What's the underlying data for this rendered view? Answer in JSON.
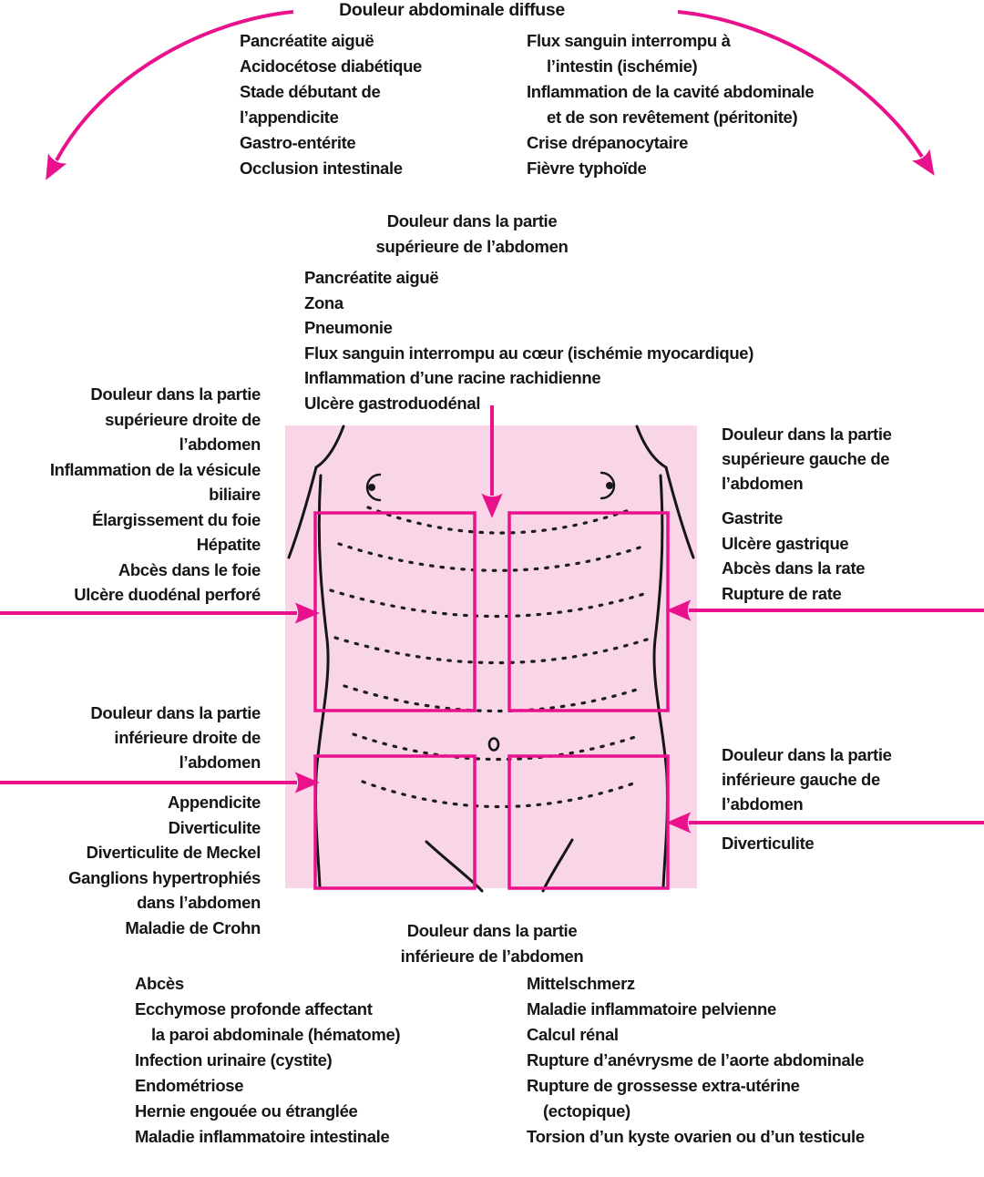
{
  "colors": {
    "magenta": "#E9118C",
    "panel_pink": "#F8D6E8",
    "ink": "#161616"
  },
  "title": "Douleur abdominale diffuse",
  "sections": {
    "diffuse": {
      "left_items": [
        "Pancréatite aiguë",
        "Acidocétose diabétique",
        "Stade débutant de",
        "l’appendicite",
        "Gastro-entérite",
        "Occlusion intestinale"
      ],
      "right_items": [
        "Flux sanguin interrompu à",
        "l’intestin (ischémie)",
        "Inflammation de la cavité abdominale",
        "et de son revêtement (péritonite)",
        "Crise drépanocytaire",
        "Fièvre typhoïde"
      ]
    },
    "upper_center": {
      "heading": [
        "Douleur dans la partie",
        "supérieure de l’abdomen"
      ],
      "items": [
        "Pancréatite aiguë",
        "Zona",
        "Pneumonie",
        "Flux sanguin interrompu au cœur (ischémie myocardique)",
        "Inflammation d’une racine rachidienne",
        "Ulcère gastroduodénal"
      ]
    },
    "upper_right_quadrant": {
      "heading": [
        "Douleur dans la partie",
        "supérieure droite de",
        "l’abdomen"
      ],
      "items": [
        "Inflammation de la vésicule",
        "biliaire",
        "Élargissement du foie",
        "Hépatite",
        "Abcès dans le foie",
        "Ulcère duodénal perforé"
      ]
    },
    "upper_left_quadrant": {
      "heading": [
        "Douleur dans la partie",
        "supérieure gauche de",
        "l’abdomen"
      ],
      "items": [
        "Gastrite",
        "Ulcère gastrique",
        "Abcès dans la rate",
        "Rupture de rate"
      ]
    },
    "lower_right_quadrant": {
      "heading": [
        "Douleur dans la partie",
        "inférieure droite de",
        "l’abdomen"
      ],
      "items": [
        "Appendicite",
        "Diverticulite",
        "Diverticulite de Meckel",
        "Ganglions hypertrophiés",
        "dans l’abdomen",
        "Maladie de Crohn"
      ]
    },
    "lower_left_quadrant": {
      "heading": [
        "Douleur dans la partie",
        "inférieure gauche de",
        "l’abdomen"
      ],
      "items": [
        "Diverticulite"
      ]
    },
    "lower_center": {
      "heading": [
        "Douleur dans la partie",
        "inférieure de l’abdomen"
      ],
      "left_items": [
        "Abcès",
        "Ecchymose profonde affectant",
        "la paroi abdominale (hématome)",
        "Infection urinaire (cystite)",
        "Endométriose",
        "Hernie engouée ou étranglée",
        "Maladie inflammatoire intestinale"
      ],
      "right_items": [
        "Mittelschmerz",
        "Maladie inflammatoire pelvienne",
        "Calcul rénal",
        "Rupture d’anévrysme de l’aorte abdominale",
        "Rupture de grossesse extra-utérine",
        "(ectopique)",
        "Torsion d’un kyste ovarien ou d’un testicule"
      ]
    }
  }
}
